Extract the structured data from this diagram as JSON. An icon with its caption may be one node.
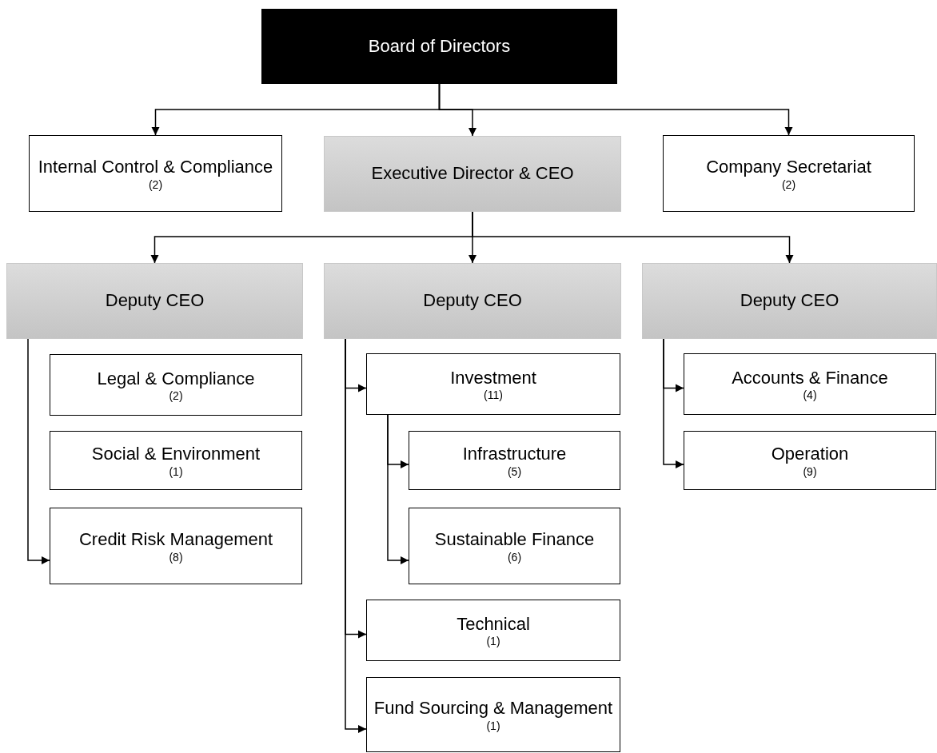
{
  "diagram": {
    "nodes": [
      {
        "text": [
          "Board of Directors"
        ]
      },
      {
        "text": [
          "Internal Control & Compliance",
          "(2)"
        ]
      },
      {
        "text": [
          "Executive Director & CEO"
        ]
      },
      {
        "text": [
          "Company Secretariat",
          "(2)"
        ]
      },
      {
        "text": [
          "Deputy CEO"
        ]
      },
      {
        "text": [
          "Deputy CEO"
        ]
      },
      {
        "text": [
          "Deputy CEO"
        ]
      },
      {
        "text": [
          "Legal & Compliance",
          "(2)"
        ]
      },
      {
        "text": [
          "Social & Environment",
          "(1)"
        ]
      },
      {
        "text": [
          "Credit Risk Management",
          "(8)"
        ]
      },
      {
        "text": [
          "Investment",
          "(11)"
        ]
      },
      {
        "text": [
          "Infrastructure",
          "(5)"
        ]
      },
      {
        "text": [
          "Sustainable Finance",
          "(6)"
        ]
      },
      {
        "text": [
          "Technical",
          "(1)"
        ]
      },
      {
        "text": [
          "Fund Sourcing & Management",
          "(1)"
        ]
      },
      {
        "text": [
          "Accounts & Finance",
          "(4)"
        ]
      },
      {
        "text": [
          "Operation",
          "(9)"
        ]
      }
    ],
    "edges": [
      {
        "from": 0,
        "to": 1,
        "arrow": "to"
      },
      {
        "from": 0,
        "to": 2,
        "arrow": "to"
      },
      {
        "from": 0,
        "to": 3,
        "arrow": "to"
      },
      {
        "from": 2,
        "to": 4,
        "arrow": "to"
      },
      {
        "from": 2,
        "to": 5,
        "arrow": "to"
      },
      {
        "from": 2,
        "to": 6,
        "arrow": "to"
      },
      {
        "from": 4,
        "to": 9,
        "arrow": "to"
      },
      {
        "from": 5,
        "to": 10,
        "arrow": "to"
      },
      {
        "from": 10,
        "to": 11,
        "arrow": "to"
      },
      {
        "from": 10,
        "to": 12,
        "arrow": "to"
      },
      {
        "from": 5,
        "to": 13,
        "arrow": "to"
      },
      {
        "from": 5,
        "to": 14,
        "arrow": "to"
      },
      {
        "from": 6,
        "to": 15,
        "arrow": "to"
      },
      {
        "from": 6,
        "to": 16,
        "arrow": "to"
      }
    ]
  }
}
